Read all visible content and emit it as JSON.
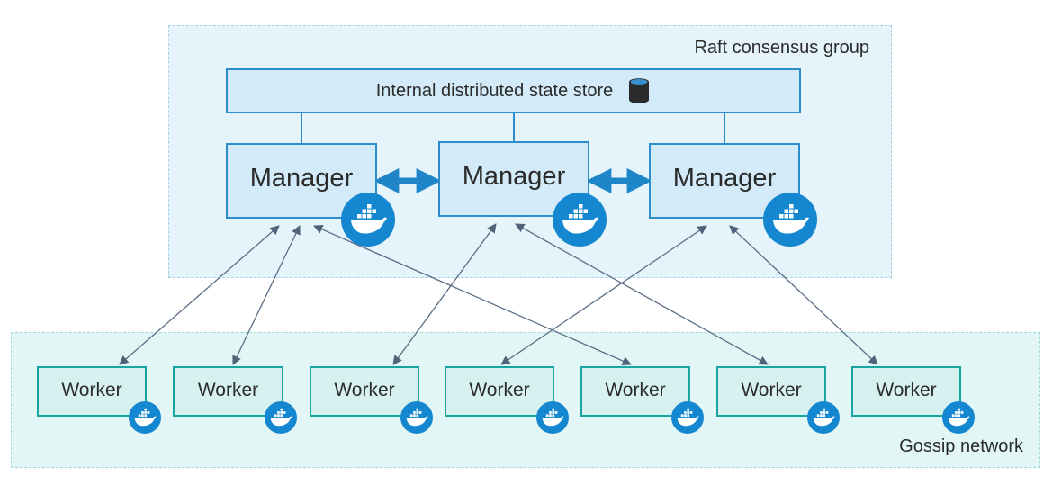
{
  "raft_group": {
    "label": "Raft consensus group"
  },
  "state_store": {
    "label": "Internal distributed state store",
    "icon": "database-icon"
  },
  "managers": [
    {
      "label": "Manager",
      "icon": "docker-whale-icon"
    },
    {
      "label": "Manager",
      "icon": "docker-whale-icon"
    },
    {
      "label": "Manager",
      "icon": "docker-whale-icon"
    }
  ],
  "workers": [
    {
      "label": "Worker",
      "icon": "docker-whale-icon"
    },
    {
      "label": "Worker",
      "icon": "docker-whale-icon"
    },
    {
      "label": "Worker",
      "icon": "docker-whale-icon"
    },
    {
      "label": "Worker",
      "icon": "docker-whale-icon"
    },
    {
      "label": "Worker",
      "icon": "docker-whale-icon"
    },
    {
      "label": "Worker",
      "icon": "docker-whale-icon"
    },
    {
      "label": "Worker",
      "icon": "docker-whale-icon"
    }
  ],
  "gossip_group": {
    "label": "Gossip network"
  },
  "colors": {
    "manager_border": "#2d8ccb",
    "manager_fill": "#d3ebf8",
    "worker_border": "#1aa3a3",
    "worker_fill": "#d6f1ef",
    "docker_blue": "#1587d0",
    "link_line": "#5a6f86"
  }
}
